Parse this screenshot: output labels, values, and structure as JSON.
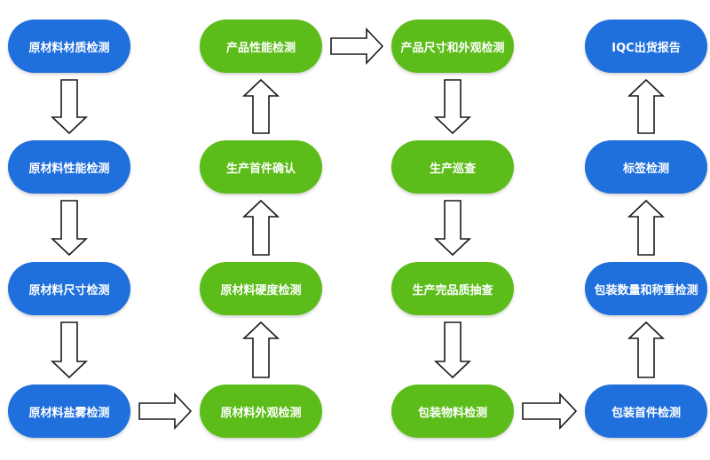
{
  "colors": {
    "blue": "#1f6fdc",
    "green": "#5cbd1a"
  },
  "nodes": [
    {
      "id": "n1",
      "label": "原材料材质检测",
      "color": "blue"
    },
    {
      "id": "n2",
      "label": "原材料性能检测",
      "color": "blue"
    },
    {
      "id": "n3",
      "label": "原材料尺寸检测",
      "color": "blue"
    },
    {
      "id": "n4",
      "label": "原材料盐雾检测",
      "color": "blue"
    },
    {
      "id": "n5",
      "label": "原材料外观检测",
      "color": "green"
    },
    {
      "id": "n6",
      "label": "原材料硬度检测",
      "color": "green"
    },
    {
      "id": "n7",
      "label": "生产首件确认",
      "color": "green"
    },
    {
      "id": "n8",
      "label": "产品性能检测",
      "color": "green"
    },
    {
      "id": "n9",
      "label": "产品尺寸和外观检测",
      "color": "green"
    },
    {
      "id": "n10",
      "label": "生产巡查",
      "color": "green"
    },
    {
      "id": "n11",
      "label": "生产完品质抽查",
      "color": "green"
    },
    {
      "id": "n12",
      "label": "包装物料检测",
      "color": "green"
    },
    {
      "id": "n13",
      "label": "包装首件检测",
      "color": "blue"
    },
    {
      "id": "n14",
      "label": "包装数量和称重检测",
      "color": "blue"
    },
    {
      "id": "n15",
      "label": "标签检测",
      "color": "blue"
    },
    {
      "id": "n16",
      "label": "IQC出货报告",
      "color": "blue"
    }
  ],
  "edges": [
    {
      "from": "n1",
      "to": "n2",
      "direction": "down"
    },
    {
      "from": "n2",
      "to": "n3",
      "direction": "down"
    },
    {
      "from": "n3",
      "to": "n4",
      "direction": "down"
    },
    {
      "from": "n4",
      "to": "n5",
      "direction": "right"
    },
    {
      "from": "n5",
      "to": "n6",
      "direction": "up"
    },
    {
      "from": "n6",
      "to": "n7",
      "direction": "up"
    },
    {
      "from": "n7",
      "to": "n8",
      "direction": "up"
    },
    {
      "from": "n8",
      "to": "n9",
      "direction": "right"
    },
    {
      "from": "n9",
      "to": "n10",
      "direction": "down"
    },
    {
      "from": "n10",
      "to": "n11",
      "direction": "down"
    },
    {
      "from": "n11",
      "to": "n12",
      "direction": "down"
    },
    {
      "from": "n12",
      "to": "n13",
      "direction": "right"
    },
    {
      "from": "n13",
      "to": "n14",
      "direction": "up"
    },
    {
      "from": "n14",
      "to": "n15",
      "direction": "up"
    },
    {
      "from": "n15",
      "to": "n16",
      "direction": "up"
    }
  ]
}
